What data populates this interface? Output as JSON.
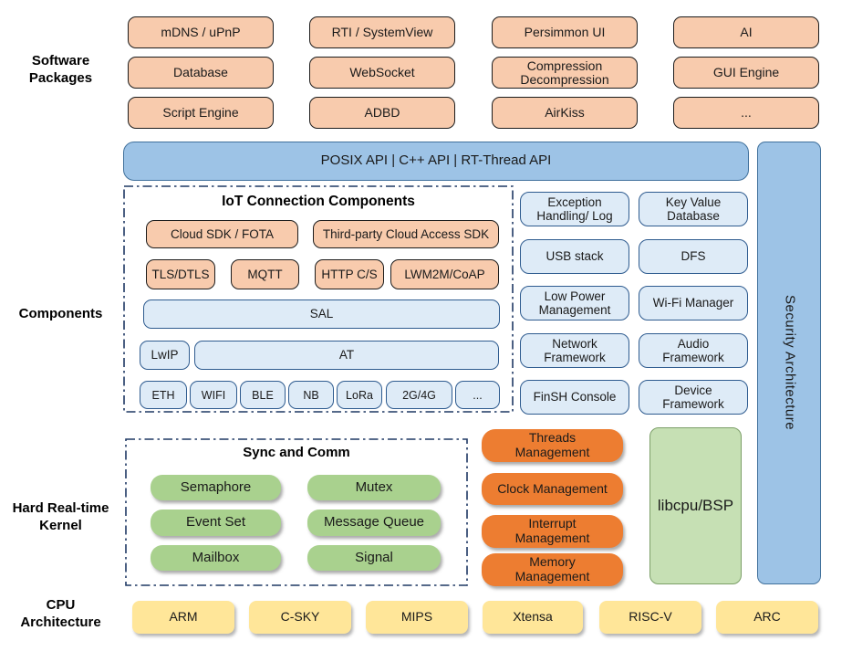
{
  "layer_labels": {
    "software": "Software\nPackages",
    "components": "Components",
    "kernel": "Hard Real-time\nKernel",
    "cpu": "CPU\nArchitecture"
  },
  "software_packages": [
    "mDNS / uPnP",
    "RTI / SystemView",
    "Persimmon UI",
    "AI",
    "Database",
    "WebSocket",
    "Compression\nDecompression",
    "GUI Engine",
    "Script Engine",
    "ADBD",
    "AirKiss",
    "..."
  ],
  "api_bar": "POSIX API | C++ API | RT-Thread API",
  "iot": {
    "title": "IoT Connection Components",
    "cloud_sdk": "Cloud SDK / FOTA",
    "third_party": "Third-party Cloud Access SDK",
    "protocols": [
      "TLS/DTLS",
      "MQTT",
      "HTTP C/S",
      "LWM2M/CoAP"
    ],
    "sal": "SAL",
    "lwip": "LwIP",
    "at": "AT",
    "links": [
      "ETH",
      "WIFI",
      "BLE",
      "NB",
      "LoRa",
      "2G/4G",
      "..."
    ]
  },
  "services": [
    "Exception\nHandling/ Log",
    "Key Value\nDatabase",
    "USB stack",
    "DFS",
    "Low Power\nManagement",
    "Wi-Fi Manager",
    "Network\nFramework",
    "Audio\nFramework",
    "FinSH Console",
    "Device\nFramework"
  ],
  "security": "Security Architecture",
  "kernel": {
    "title": "Sync and Comm",
    "sync": [
      "Semaphore",
      "Mutex",
      "Event Set",
      "Message Queue",
      "Mailbox",
      "Signal"
    ],
    "management": [
      "Threads\nManagement",
      "Clock Management",
      "Interrupt\nManagement",
      "Memory\nManagement"
    ],
    "libcpu": "libcpu/BSP"
  },
  "cpu_architectures": [
    "ARM",
    "C-SKY",
    "MIPS",
    "Xtensa",
    "RISC-V",
    "ARC"
  ],
  "colors": {
    "package_fill": "#F8CBAD",
    "api_fill": "#9DC3E6",
    "service_fill": "#DEEBF7",
    "sync_fill": "#A9D18E",
    "management_fill": "#ED7D31",
    "libcpu_fill": "#C6E0B4",
    "cpu_fill": "#FFE699",
    "dash_border": "#1F3864"
  }
}
